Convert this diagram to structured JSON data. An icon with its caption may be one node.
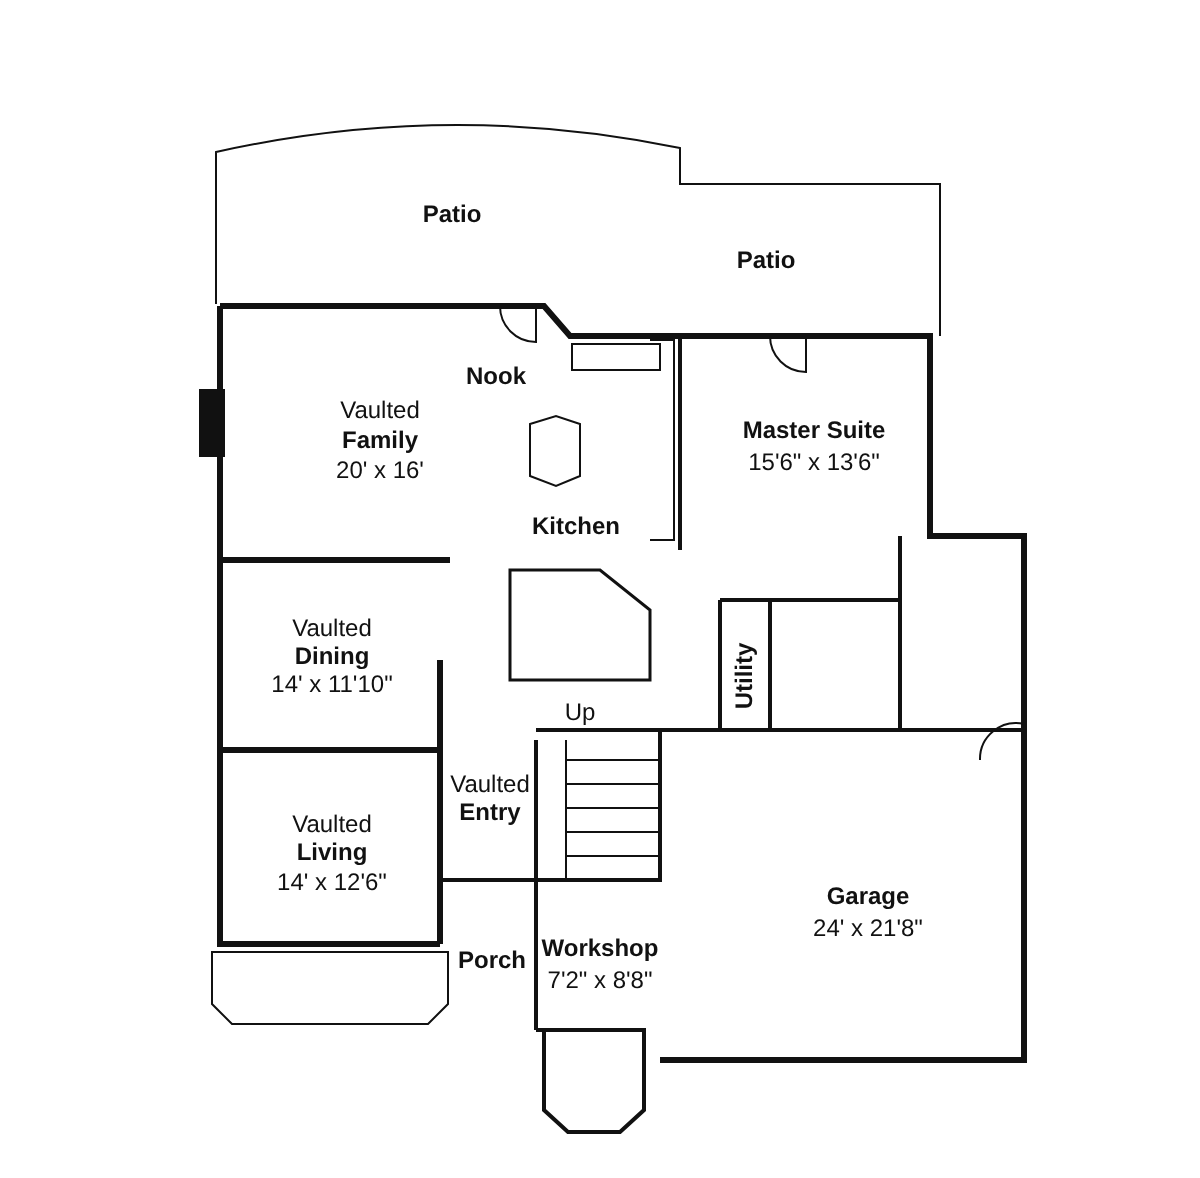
{
  "diagram": {
    "labels": [
      "Patio",
      "Patio",
      "Nook",
      "Vaulted",
      "Family",
      "20' x 16'",
      "Master Suite",
      "15'6\" x 13'6\"",
      "Kitchen",
      "Vaulted",
      "Dining",
      "14' x 11'10\"",
      "Utility",
      "Up",
      "Vaulted",
      "Entry",
      "Vaulted",
      "Living",
      "14' x 12'6\"",
      "Garage",
      "24' x 21'8\"",
      "Porch",
      "Workshop",
      "7'2\" x 8'8\""
    ]
  }
}
